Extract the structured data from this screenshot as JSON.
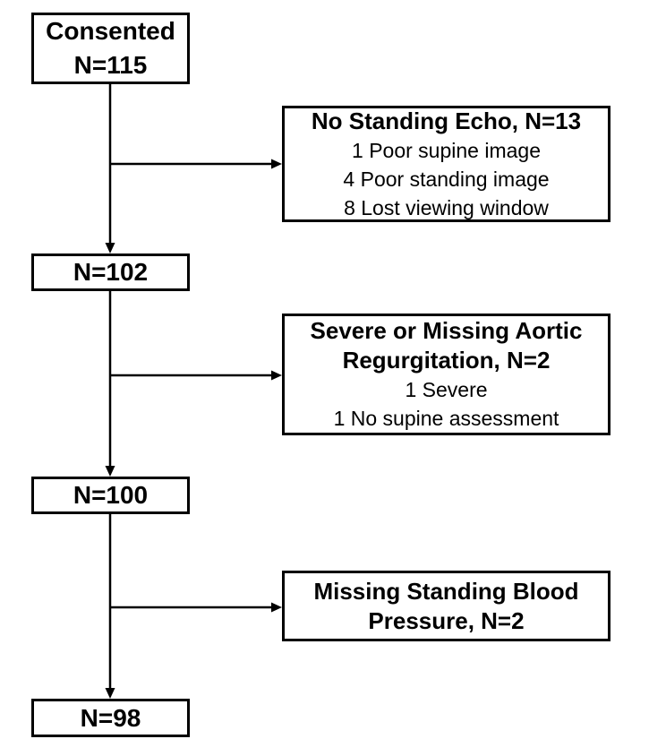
{
  "diagram": {
    "type": "consort-flowchart",
    "colors": {
      "border": "#000000",
      "text": "#000000",
      "background": "#ffffff"
    },
    "main_boxes": [
      {
        "title": "Consented",
        "count": "N=115"
      },
      {
        "count": "N=102"
      },
      {
        "count": "N=100"
      },
      {
        "count": "N=98"
      }
    ],
    "exclusion_boxes": [
      {
        "title": "No Standing Echo, N=13",
        "details": [
          "1 Poor supine image",
          "4 Poor standing image",
          "8 Lost viewing window"
        ]
      },
      {
        "title": "Severe or Missing Aortic Regurgitation, N=2",
        "details": [
          "1 Severe",
          "1 No supine assessment"
        ]
      },
      {
        "title": "Missing Standing Blood Pressure, N=2",
        "details": []
      }
    ]
  }
}
